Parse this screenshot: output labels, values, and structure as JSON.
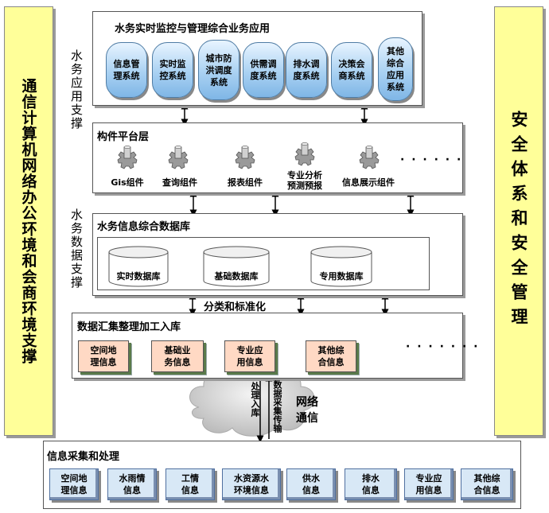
{
  "left_bar": "通信计算机网络办公环境和会商环境支撑",
  "right_bar": "安全体系和安全管理",
  "side_labels": {
    "app_support": "水务应用支撑",
    "data_support": "水务数据支撑"
  },
  "app_layer": {
    "title": "水务实时监控与管理综合业务应用",
    "systems": [
      [
        "信息管",
        "理系统"
      ],
      [
        "实时监",
        "控系统"
      ],
      [
        "城市防",
        "洪调度",
        "系统"
      ],
      [
        "供需调",
        "度系统"
      ],
      [
        "排水调",
        "度系统"
      ],
      [
        "决策会",
        "商系统"
      ],
      [
        "其他",
        "综合",
        "应用",
        "系统"
      ]
    ]
  },
  "component_layer": {
    "title": "构件平台层",
    "components": [
      [
        "Gis组件"
      ],
      [
        "查询组件"
      ],
      [
        "报表组件"
      ],
      [
        "专业分析",
        "预测预报"
      ],
      [
        "信息展示组件"
      ]
    ],
    "ellipsis": "· · · · · ·"
  },
  "database_layer": {
    "title": "水务信息综合数据库",
    "databases": [
      "实时数据库",
      "基础数据库",
      "专用数据库"
    ]
  },
  "classification_label": "分类和标准化",
  "aggregation_layer": {
    "title": "数据汇集整理加工入库",
    "items": [
      [
        "空间地",
        "理信息"
      ],
      [
        "基础业",
        "务信息"
      ],
      [
        "专业应",
        "用信息"
      ],
      [
        "其他综",
        "合信息"
      ]
    ],
    "ellipsis": "· · · · · · ·"
  },
  "network": {
    "label": [
      "网络",
      "通信"
    ],
    "upload": "数据采集传输",
    "download": "处理入库"
  },
  "collection_layer": {
    "title": "信息采集和处理",
    "items": [
      [
        "空间地",
        "理信息"
      ],
      [
        "水雨情",
        "信息"
      ],
      [
        "工情",
        "信息"
      ],
      [
        "水资源水",
        "环境信息"
      ],
      [
        "供水",
        "信息"
      ],
      [
        "排水",
        "信息"
      ],
      [
        "专业应",
        "用信息"
      ],
      [
        "其他综",
        "合信息"
      ]
    ]
  }
}
